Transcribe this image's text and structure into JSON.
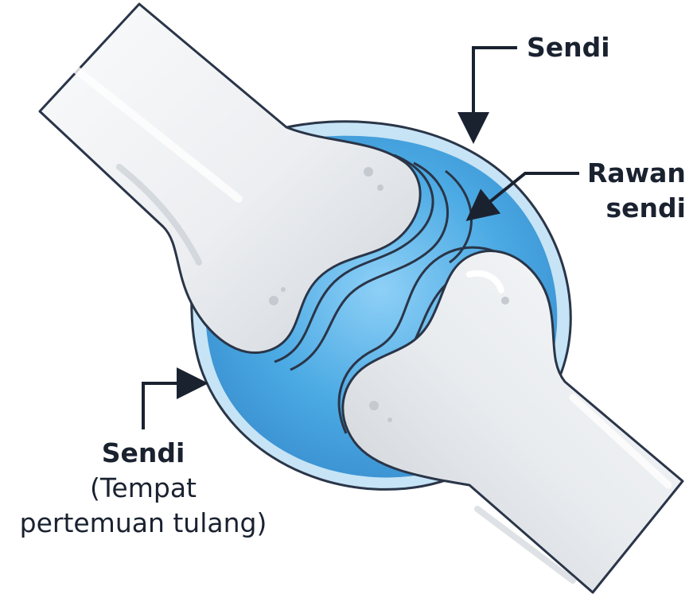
{
  "labels": {
    "top_joint": "Sendi",
    "cartilage_line1": "Rawan",
    "cartilage_line2": "sendi",
    "bottom_joint_title": "Sendi",
    "bottom_joint_sub1": "(Tempat",
    "bottom_joint_sub2": "pertemuan tulang)"
  },
  "colors": {
    "bone": "#eef0f2",
    "bone_shadow": "#c9ced4",
    "outline": "#2a3548",
    "capsule": "#b9dcf0",
    "fluid": "#4fb0e8",
    "fluid_light": "#9fd4f5",
    "arrow": "#1a2230"
  }
}
